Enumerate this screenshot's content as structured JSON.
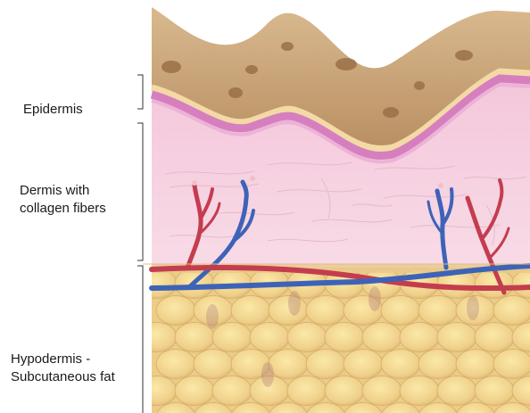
{
  "labels": {
    "epidermis": "Epidermis",
    "dermis": [
      "Dermis with",
      "collagen  fibers"
    ],
    "hypodermis": [
      "Hypodermis -",
      "Subcutaneous fat"
    ]
  },
  "colors": {
    "epidermis_brown": "#c8a27a",
    "epidermis_pink": "#d67fbf",
    "dermis_pink": "#f6cfe0",
    "fat_yellow": "#efd38a",
    "artery_red": "#c43d4f",
    "vein_blue": "#3d63b8"
  }
}
